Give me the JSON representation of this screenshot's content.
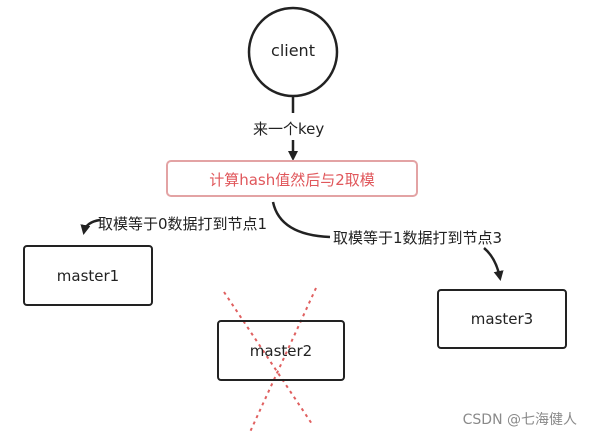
{
  "diagram": {
    "client": {
      "label": "client"
    },
    "edge_top": {
      "label": "来一个key"
    },
    "hash_box": {
      "label": "计算hash值然后与2取模",
      "text_color": "#e0575b",
      "border_color": "#e3a3a4"
    },
    "edge_left": {
      "label": "取模等于0数据打到节点1"
    },
    "edge_right": {
      "label": "取模等于1数据打到节点3"
    },
    "master1": {
      "label": "master1"
    },
    "master2": {
      "label": "master2",
      "cross_color": "#e06060",
      "status": "down"
    },
    "master3": {
      "label": "master3"
    }
  },
  "watermark": {
    "text": "CSDN @七海健人"
  }
}
